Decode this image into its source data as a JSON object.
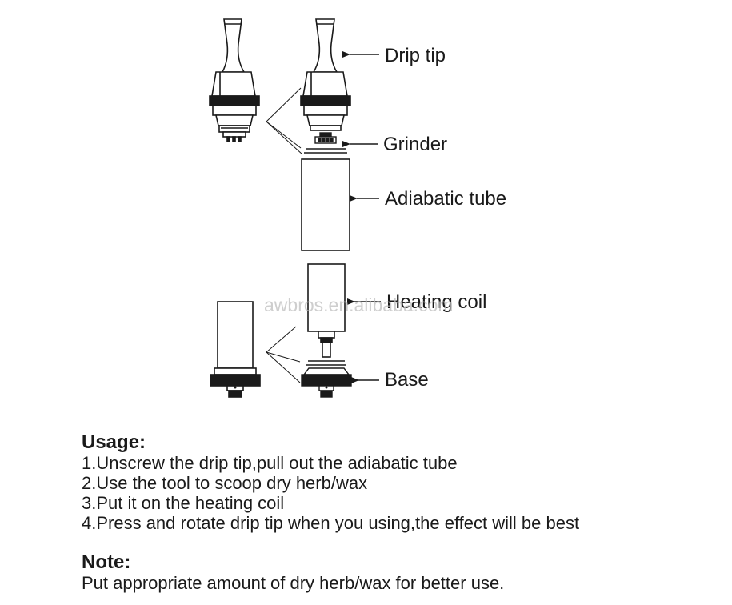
{
  "labels": {
    "drip_tip": "Drip tip",
    "grinder": "Grinder",
    "adiabatic_tube": "Adiabatic tube",
    "heating_coil": "Heating coil",
    "base": "Base"
  },
  "watermark": "awbros.en.alibaba.com",
  "usage": {
    "heading": "Usage:",
    "steps": [
      "1.Unscrew the drip tip,pull out the adiabatic tube",
      "2.Use the tool to scoop dry herb/wax",
      "3.Put it on the heating coil",
      "4.Press and rotate drip tip when you using,the effect will be best"
    ]
  },
  "note": {
    "heading": "Note:",
    "text": "Put appropriate amount of dry herb/wax for better use."
  }
}
